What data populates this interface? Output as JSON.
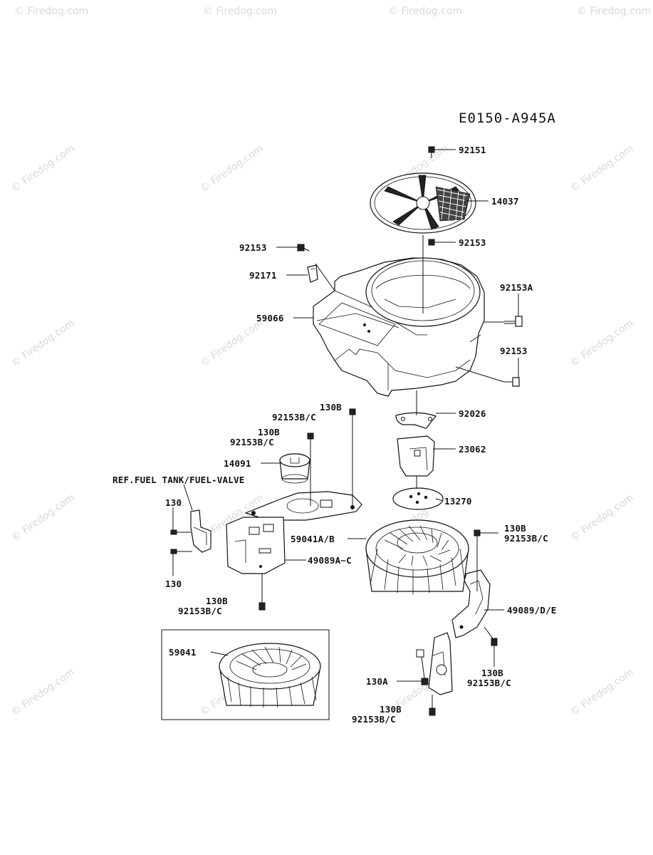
{
  "diagram": {
    "code": "E0150-A945A",
    "watermark": "© Firedog.com",
    "labels": {
      "p92151": "92151",
      "p14037": "14037",
      "p92153_top": "92153",
      "p92153_right": "92153",
      "p92171": "92171",
      "p59066": "59066",
      "p92153A": "92153A",
      "p92153_mid": "92153",
      "p130B_1": "130B",
      "p92153BC_1": "92153B/C",
      "p130B_2": "130B",
      "p92153BC_2": "92153B/C",
      "p92026": "92026",
      "p14091": "14091",
      "p23062": "23062",
      "ref_fuel": "REF.FUEL TANK/FUEL-VALVE",
      "p13270": "13270",
      "p130_a": "130",
      "p59041AB": "59041A/B",
      "p130B_3": "130B",
      "p92153BC_3": "92153B/C",
      "p49089A": "49089A~C",
      "p130_b": "130",
      "p130B_4": "130B",
      "p92153BC_4": "92153B/C",
      "p49089DE": "49089/D/E",
      "p59041": "59041",
      "p130B_5": "130B",
      "p92153BC_5": "92153B/C",
      "p130A": "130A",
      "p130B_6": "130B",
      "p92153BC_6": "92153B/C"
    }
  }
}
